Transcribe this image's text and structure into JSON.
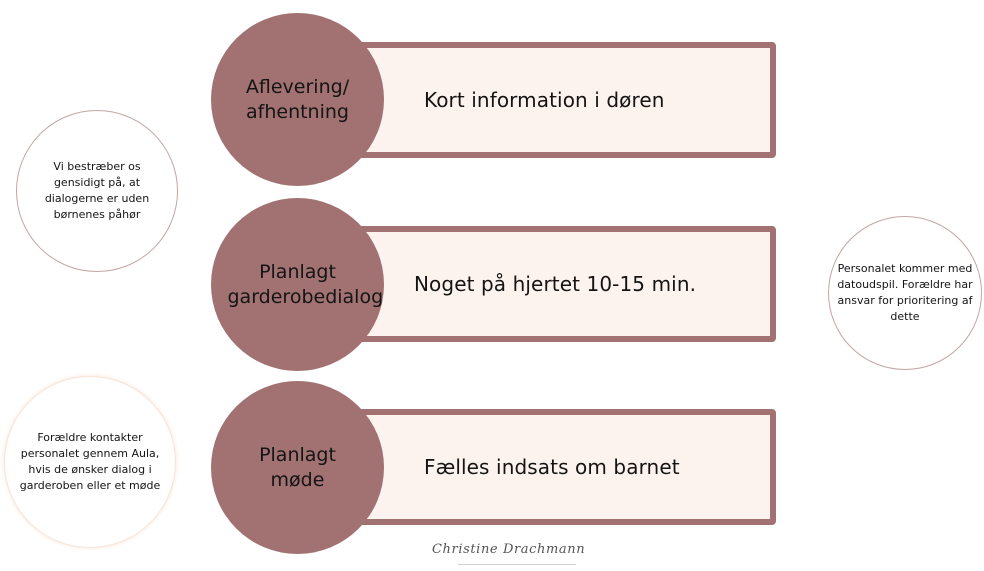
{
  "rows": [
    {
      "circle_label": "Aflevering/ afhentning",
      "bar_text": "Kort information i døren"
    },
    {
      "circle_label": "Planlagt garderobedialog",
      "bar_text": "Noget på hjertet 10-15 min."
    },
    {
      "circle_label": "Planlagt møde",
      "bar_text": "Fælles indsats om barnet"
    }
  ],
  "notes": {
    "left_top": "Vi bestræber os gensidigt på, at dialogerne er uden børnenes påhør",
    "left_bottom": "Forældre kontakter personalet gennem Aula, hvis de ønsker dialog i garderoben eller et møde",
    "right": "Personalet kommer med datoudspil. Forældre har ansvar for prioritering af dette"
  },
  "signature": "Christine Drachmann",
  "colors": {
    "accent": "#a27272",
    "bar_fill": "#fdf3ee",
    "text": "#141414"
  }
}
